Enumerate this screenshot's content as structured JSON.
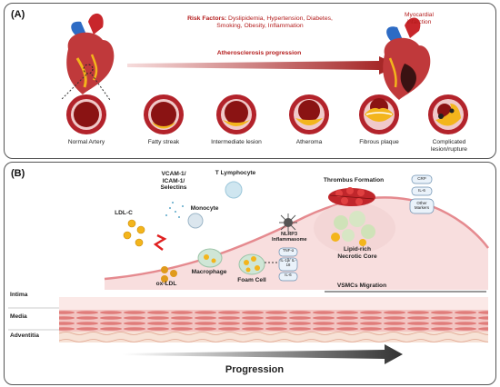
{
  "panelA": {
    "label": "(A)",
    "risk_factors": {
      "title": "Risk Factors:",
      "text": "Dyslipidemia, Hypertension, Diabetes, Smoking, Obesity, Inflammation"
    },
    "progression_label": "Atherosclerosis progression",
    "outcome_label": "Myocardial infarction",
    "stages": [
      "Normal Artery",
      "Fatty streak",
      "Intermediate lesion",
      "Atheroma",
      "Fibrous plaque",
      "Complicated lesion/rupture"
    ]
  },
  "panelB": {
    "label": "(B)",
    "ldl": "LDL-C",
    "adhesion": "VCAM-1/ ICAM-1/ Selectins",
    "monocyte": "Monocyte",
    "t_lymphocyte": "T Lymphocyte",
    "thrombus": "Thrombus Formation",
    "markers": [
      "CRP",
      "IL-6",
      "Other Markers"
    ],
    "nlrp3": "NLRP3 Inflammasome",
    "cytokines": [
      "TNF-α",
      "IL-1β/ IL-18",
      "IL-6"
    ],
    "oxldl": "ox-LDL",
    "macrophage": "Macrophage",
    "foam_cell": "Foam Cell",
    "core": "Lipid-rich Necrotic Core",
    "vsmc": "VSMCs Migration",
    "layers": [
      "Intima",
      "Media",
      "Adventitia"
    ],
    "progression": "Progression"
  },
  "colors": {
    "artery_red": "#b3232b",
    "lipid_yellow": "#f3b51c",
    "arrow_dark": "#333333",
    "red_text": "#b31b1b"
  }
}
